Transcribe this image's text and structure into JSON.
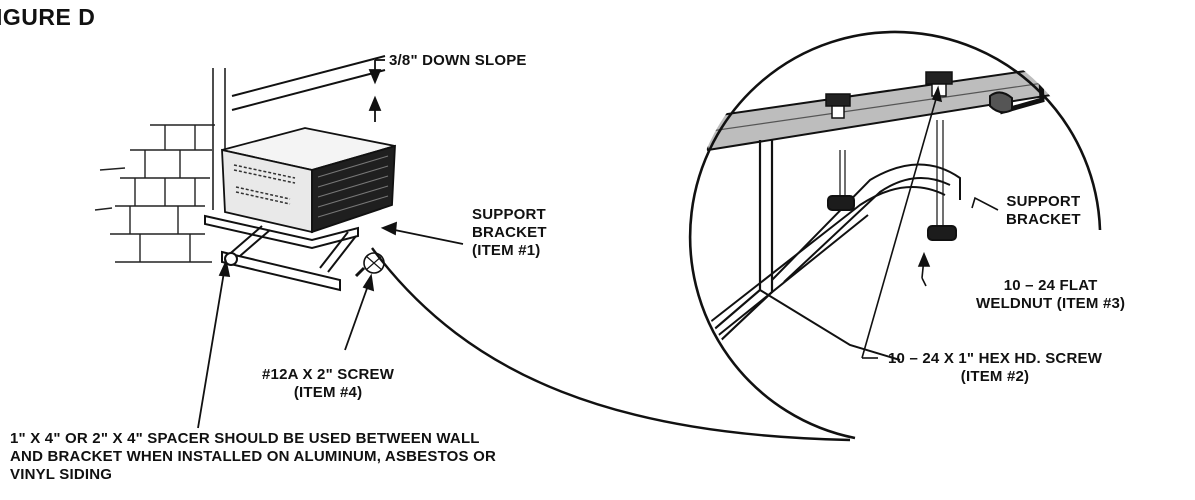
{
  "figure": {
    "title": "IGURE D"
  },
  "labels": {
    "down_slope": "3/8\" DOWN SLOPE",
    "support_bracket_left": [
      "SUPPORT",
      "BRACKET",
      "(ITEM #1)"
    ],
    "screw_12a": [
      "#12A X 2\" SCREW",
      "(ITEM #4)"
    ],
    "spacer_note": [
      "1\" X 4\" OR 2\" X 4\" SPACER SHOULD BE USED BETWEEN WALL",
      "AND BRACKET WHEN INSTALLED ON ALUMINUM, ASBESTOS OR",
      "VINYL SIDING"
    ],
    "support_bracket_right": [
      "SUPPORT",
      "BRACKET"
    ],
    "weldnut": [
      "10 – 24 FLAT",
      "WELDNUT (ITEM #3)"
    ],
    "hex_screw": [
      "10 – 24 X 1\" HEX HD. SCREW",
      "(ITEM #2)"
    ]
  },
  "colors": {
    "ink": "#111111",
    "paper": "#ffffff",
    "shade": "#9a9a9a",
    "dark": "#2a2a2a"
  }
}
